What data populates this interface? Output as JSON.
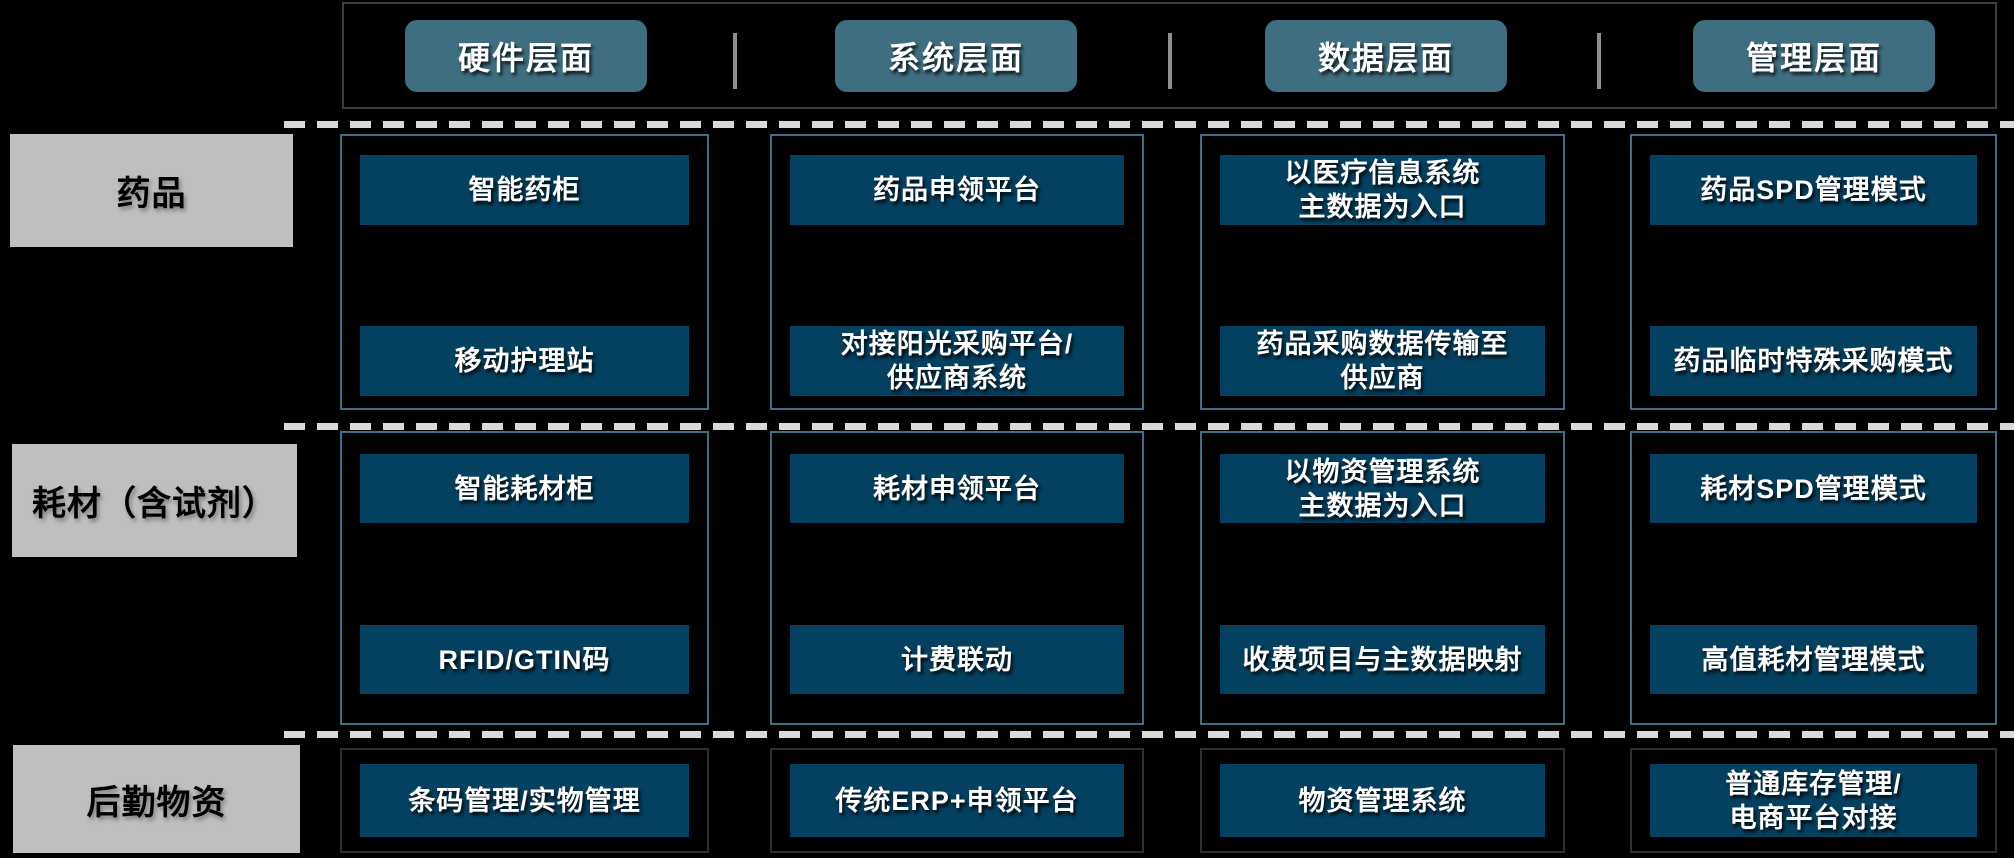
{
  "header": {
    "items": [
      {
        "label": "硬件层面"
      },
      {
        "label": "系统层面"
      },
      {
        "label": "数据层面"
      },
      {
        "label": "管理层面"
      }
    ]
  },
  "rows": [
    {
      "label": "药品",
      "cells": [
        {
          "buttons": [
            "智能药柜",
            "移动护理站"
          ]
        },
        {
          "buttons": [
            "药品申领平台",
            "对接阳光采购平台/\n供应商系统"
          ]
        },
        {
          "buttons": [
            "以医疗信息系统\n主数据为入口",
            "药品采购数据传输至\n供应商"
          ]
        },
        {
          "buttons": [
            "药品SPD管理模式",
            "药品临时特殊采购模式"
          ]
        }
      ]
    },
    {
      "label": "耗材（含试剂）",
      "cells": [
        {
          "buttons": [
            "智能耗材柜",
            "RFID/GTIN码"
          ]
        },
        {
          "buttons": [
            "耗材申领平台",
            "计费联动"
          ]
        },
        {
          "buttons": [
            "以物资管理系统\n主数据为入口",
            "收费项目与主数据映射"
          ]
        },
        {
          "buttons": [
            "耗材SPD管理模式",
            "高值耗材管理模式"
          ]
        }
      ]
    },
    {
      "label": "后勤物资",
      "cells": [
        {
          "buttons": [
            "条码管理/实物管理"
          ]
        },
        {
          "buttons": [
            "传统ERP+申领平台"
          ]
        },
        {
          "buttons": [
            "物资管理系统"
          ]
        },
        {
          "buttons": [
            "普通库存管理/\n电商平台对接"
          ]
        }
      ]
    }
  ],
  "colors": {
    "background": "#000000",
    "header_button": "#3F6E80",
    "cell_button": "#04405F",
    "row_label_bg": "#BFBFBF",
    "group_border": "#3D7086",
    "group_border_bottom_row": "#2E2E2E",
    "dash": "#D9D9D9",
    "separator": "#8F8F8F"
  }
}
